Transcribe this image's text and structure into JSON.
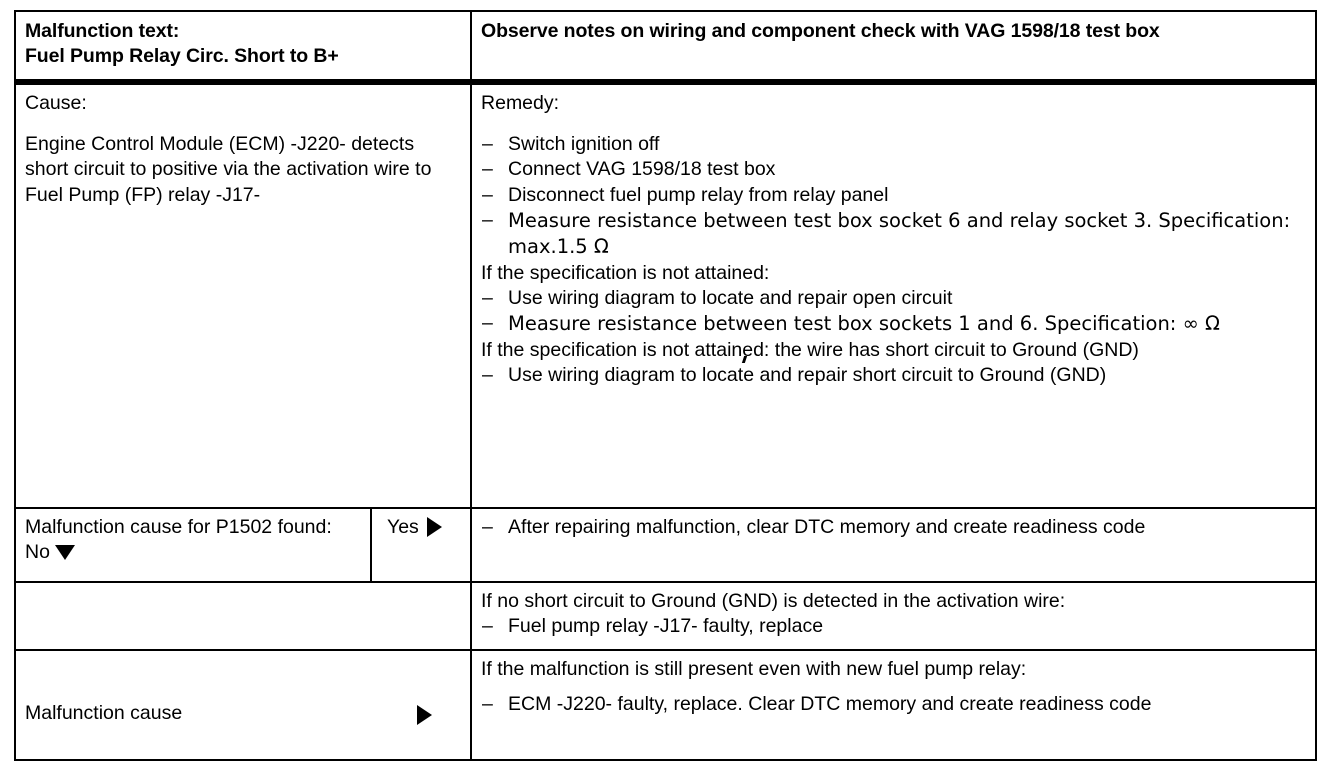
{
  "table": {
    "header": {
      "left_label": "Malfunction text:",
      "left_value": "Fuel Pump Relay Circ. Short to B+",
      "right_text": "Observe notes on wiring and component check with VAG 1598/18 test box"
    },
    "cause_row": {
      "cause_label": "Cause:",
      "cause_text": "Engine Control Module (ECM) -J220- detects short circuit to positive via the activation wire to Fuel Pump (FP) relay -J17-",
      "remedy_label": "Remedy:",
      "remedy_items_1": [
        "Switch ignition off",
        "Connect VAG 1598/18 test box",
        "Disconnect fuel pump relay from relay panel",
        "Measure resistance between test box socket 6 and relay socket 3. Specification: max.1.5 Ω"
      ],
      "condition_1": "If the specification is not attained:",
      "remedy_items_2": [
        "Use wiring diagram to locate and repair open circuit",
        "Measure resistance between test box sockets 1 and 6. Specification: ∞ Ω"
      ],
      "condition_2": "If the specification is not attained: the wire has short circuit to Ground (GND)",
      "remedy_items_3": [
        "Use wiring diagram to locate and repair short circuit to Ground (GND)"
      ]
    },
    "found_row": {
      "left_text": "Malfunction cause for P1502 found: No",
      "left_arrow": "triangle-down",
      "yes_label": "Yes",
      "yes_arrow": "triangle-right",
      "right_items": [
        "After repairing malfunction, clear DTC memory and create readiness code"
      ]
    },
    "no_short_row": {
      "left_text": "",
      "right_condition": "If no short circuit to Ground (GND) is detected in the activation wire:",
      "right_items": [
        "Fuel pump relay -J17- faulty, replace"
      ]
    },
    "last_row": {
      "left_text": "Malfunction cause",
      "left_arrow": "triangle-right",
      "right_condition": "If the malfunction is still present even with new fuel pump relay:",
      "right_items": [
        "ECM -J220- faulty, replace.  Clear DTC memory and create readiness code"
      ]
    },
    "dash_mark": "–"
  },
  "colors": {
    "ink": "#000000",
    "paper": "#ffffff"
  }
}
